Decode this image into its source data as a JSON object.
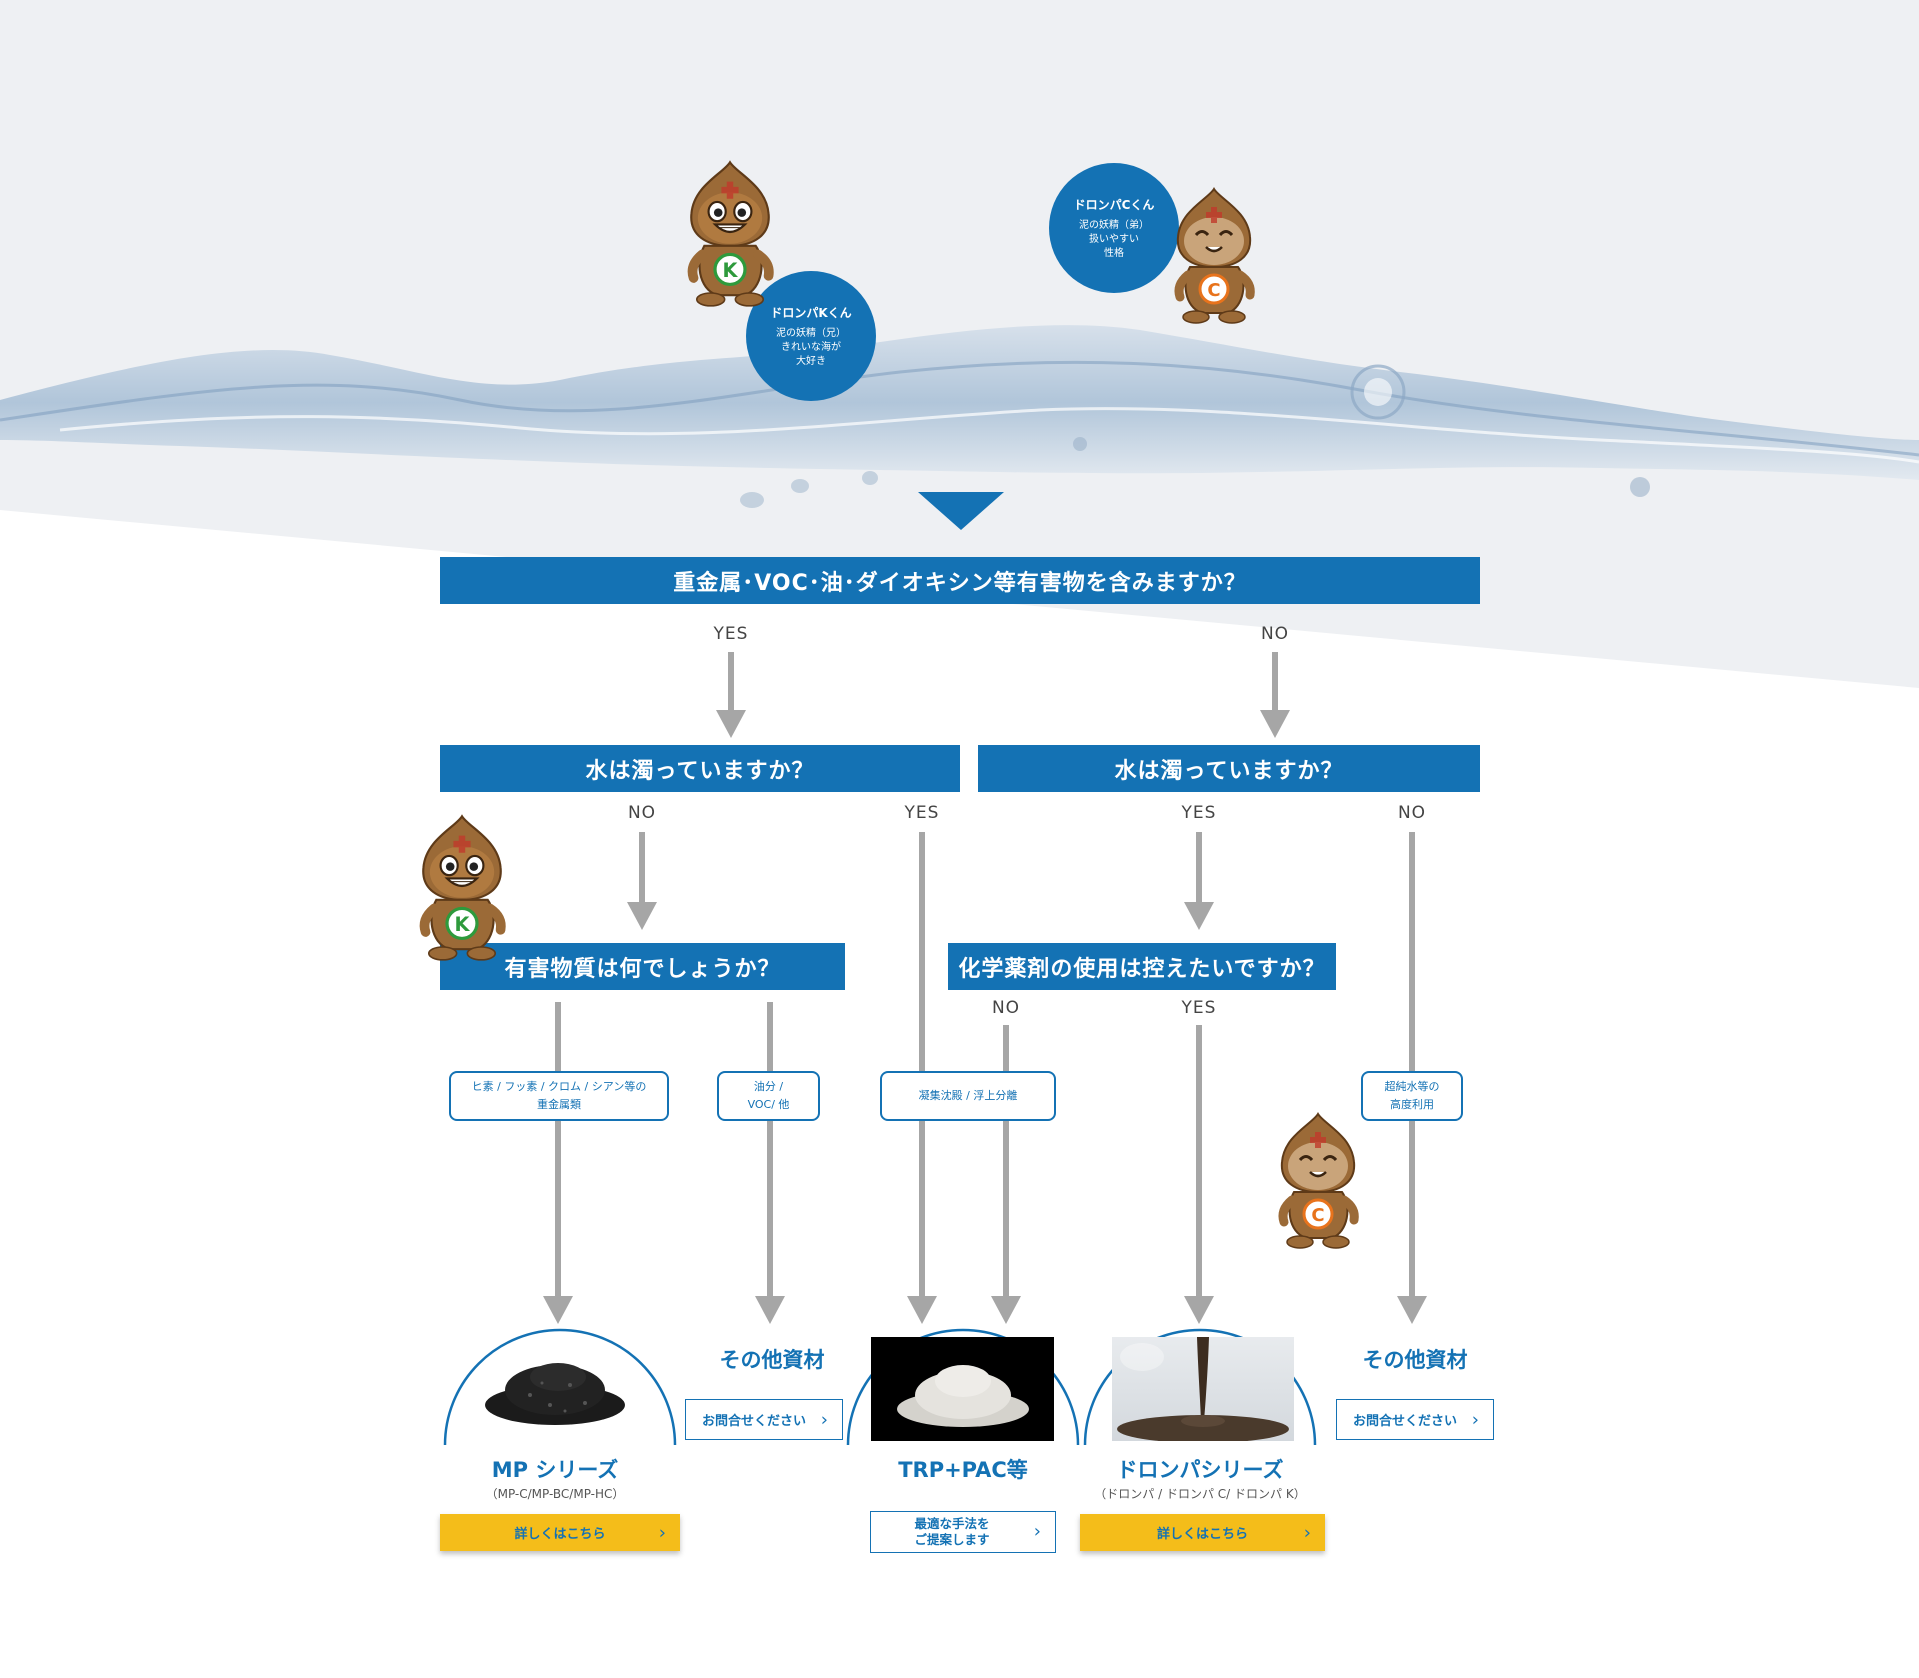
{
  "top_question": "重金属･VOC･油･ダイオキシン等有害物を含みますか？",
  "yes": "YES",
  "no": "NO",
  "q_turbid_left": "水は濁っていますか？",
  "q_turbid_right": "水は濁っていますか？",
  "q_harmful": "有害物質は何でしょうか？",
  "q_chemical": "化学薬剤の使用は控えたいですか？",
  "tags": {
    "heavy_metals": "ヒ素 / フッ素 / クロム / シアン等の\n重金属類",
    "oil": "油分 /\nVOC/ 他",
    "coagulation": "凝集沈殿 / 浮上分離",
    "ultrapure": "超純水等の\n高度利用"
  },
  "mascots": {
    "k": {
      "name": "ドロンパKくん",
      "desc": "泥の妖精（兄）\nきれいな海が\n大好き",
      "letter": "K",
      "letter_color": "#2e9a3c"
    },
    "c": {
      "name": "ドロンパCくん",
      "desc": "泥の妖精（弟）\n扱いやすい\n性格",
      "letter": "C",
      "letter_color": "#e8731c"
    }
  },
  "products": {
    "mp": {
      "title": "MP シリーズ",
      "sub": "（MP-C/MP-BC/MP-HC）",
      "button": "詳しくはこちら"
    },
    "other1": {
      "title": "その他資材",
      "button": "お問合せください"
    },
    "trp": {
      "title": "TRP+PAC等",
      "button": "最適な手法を\nご提案します"
    },
    "dronpa": {
      "title": "ドロンパシリーズ",
      "sub": "（ドロンパ / ドロンパ C/ ドロンパ K）",
      "button": "詳しくはこちら"
    },
    "other2": {
      "title": "その他資材",
      "button": "お問合せください"
    }
  },
  "chevron": "›",
  "colors": {
    "blue": "#1472b4",
    "yellow": "#f4bd1a",
    "arrow": "#a6a6a6",
    "mascot": "#9b6a37"
  }
}
